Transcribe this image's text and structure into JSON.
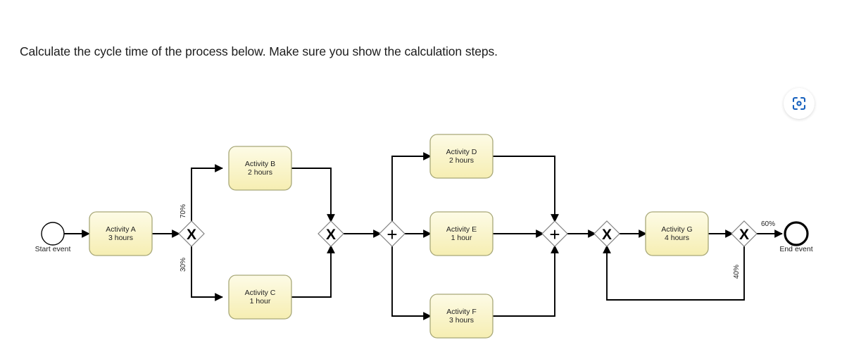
{
  "question": {
    "text": "Calculate the cycle time of the process below. Make sure you show the calculation steps."
  },
  "toolbar": {
    "scan_icon": "scan-capture-icon",
    "scan_accent_color": "#1560bd"
  },
  "diagram": {
    "type": "bpmn-process",
    "palette": {
      "task_fill_top": "#fdfbe2",
      "task_fill_bottom": "#f7f0b9",
      "task_stroke": "#a8a878",
      "event_stroke": "#000000",
      "gateway_fill": "#ffffff",
      "gateway_stroke": "#7a7a7a",
      "flow_stroke": "#000000"
    },
    "events": [
      {
        "id": "start",
        "label": "Start event",
        "kind": "start"
      },
      {
        "id": "end",
        "label": "End event",
        "kind": "end"
      }
    ],
    "tasks": [
      {
        "id": "A",
        "name": "Activity A",
        "duration": "3 hours"
      },
      {
        "id": "B",
        "name": "Activity B",
        "duration": "2 hours"
      },
      {
        "id": "C",
        "name": "Activity C",
        "duration": "1 hour"
      },
      {
        "id": "D",
        "name": "Activity D",
        "duration": "2 hours"
      },
      {
        "id": "E",
        "name": "Activity E",
        "duration": "1 hour"
      },
      {
        "id": "F",
        "name": "Activity F",
        "duration": "3 hours"
      },
      {
        "id": "G",
        "name": "Activity G",
        "duration": "4 hours"
      }
    ],
    "gateways": [
      {
        "id": "gw1",
        "symbol": "X",
        "type": "exclusive",
        "role": "split"
      },
      {
        "id": "gw2",
        "symbol": "X",
        "type": "exclusive",
        "role": "merge"
      },
      {
        "id": "gw3",
        "symbol": "+",
        "type": "parallel",
        "role": "split"
      },
      {
        "id": "gw4",
        "symbol": "+",
        "type": "parallel",
        "role": "join"
      },
      {
        "id": "gw5",
        "symbol": "X",
        "type": "exclusive",
        "role": "merge"
      },
      {
        "id": "gw6",
        "symbol": "X",
        "type": "exclusive",
        "role": "split"
      }
    ],
    "flow_labels": [
      {
        "id": "p70",
        "text": "70%",
        "orientation": "vertical",
        "from": "gw1",
        "to": "B"
      },
      {
        "id": "p30",
        "text": "30%",
        "orientation": "vertical",
        "from": "gw1",
        "to": "C"
      },
      {
        "id": "p60",
        "text": "60%",
        "orientation": "horizontal",
        "from": "gw6",
        "to": "end"
      },
      {
        "id": "p40",
        "text": "40%",
        "orientation": "vertical",
        "from": "gw6",
        "to": "gw5"
      }
    ]
  }
}
